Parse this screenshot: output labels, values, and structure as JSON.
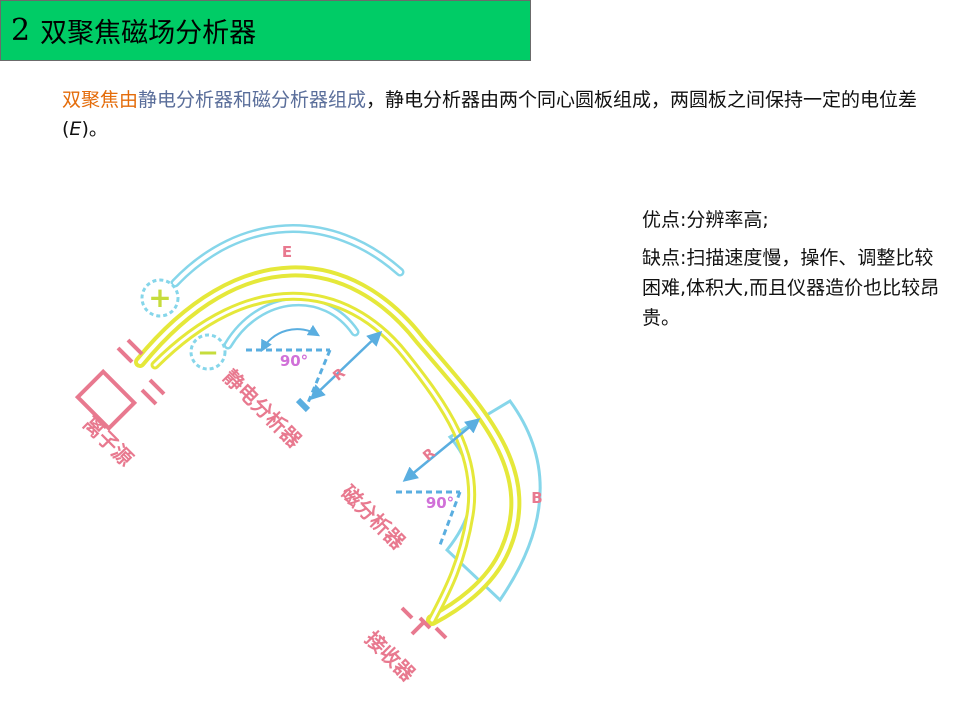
{
  "title": {
    "number": "2",
    "text": "双聚焦磁场分析器"
  },
  "intro": {
    "part1": "双聚焦由",
    "part2": "静电分析器和磁分析器组成",
    "part3": "，静电分析器由两个同心圆板组成，两圆板之间保持一定的电位差(",
    "symbol": "E",
    "part4": ")。"
  },
  "side": {
    "advantage": "优点:分辨率高;",
    "disadvantage": "缺点:扫描速度慢，操作、调整比较困难,体积大,而且仪器造价也比较昂贵。"
  },
  "diagram": {
    "label_E": "E",
    "label_B": "B",
    "plus": "+",
    "minus": "−",
    "angle1": "90°",
    "angle2": "90°",
    "radius1": "R",
    "radius2": "R",
    "ion_source": "离子源",
    "esa": "静电分析器",
    "magnet": "磁分析器",
    "detector": "接收器",
    "colors": {
      "beam": "#e5e83a",
      "plate": "#86d6ea",
      "label": "#e8798f",
      "angle": "#d070d8",
      "arrow": "#5aaee0"
    }
  }
}
